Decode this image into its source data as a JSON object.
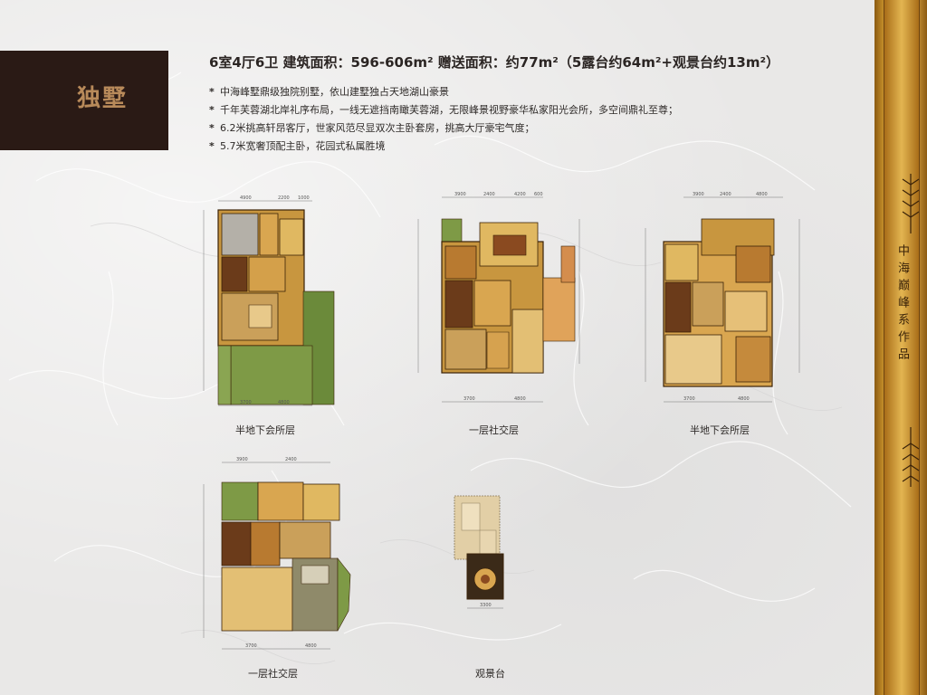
{
  "header": {
    "title": "独墅",
    "headline": "6室4厅6卫  建筑面积：596-606m² 赠送面积：约77m²（5露台约64m²+观景台约13m²）"
  },
  "features": [
    "中海峰墅鼎级独院别墅，依山建墅独占天地湖山豪景",
    "千年芙蓉湖北岸礼序布局，一线无遮挡南瞰芙蓉湖，无限峰景视野豪华私家阳光会所，多空间鼎礼至尊；",
    "6.2米挑高轩昂客厅，世家风范尽显双次主卧套房，挑高大厅豪宅气度；",
    "5.7米宽奢顶配主卧，花园式私属胜境"
  ],
  "plans": [
    {
      "label": "半地下会所层"
    },
    {
      "label": "一层社交层"
    },
    {
      "label": "半地下会所层"
    },
    {
      "label": "一层社交层"
    },
    {
      "label": "观景台"
    }
  ],
  "dimensions": {
    "plan1_top": [
      "4900",
      "2200",
      "1000"
    ],
    "plan1_bottom": [
      "3700",
      "4800"
    ],
    "plan2_top": [
      "3900",
      "2400",
      "4200",
      "600"
    ],
    "plan2_bottom": [
      "3700",
      "4800"
    ],
    "plan3_top": [
      "3900",
      "2400",
      "4800"
    ],
    "plan3_bottom": [
      "3700",
      "4800"
    ],
    "plan4_top": [
      "3900",
      "2400"
    ],
    "plan4_bottom": [
      "3700",
      "4800"
    ],
    "plan5_bottom": [
      "3300"
    ]
  },
  "side_brand": "中海巅峰系作品",
  "colors": {
    "title_bg": "#2a1a15",
    "title_text": "#b88a5a",
    "gold": "#c8912b",
    "floor": "#d9a650",
    "garden": "#6b8a3a"
  }
}
